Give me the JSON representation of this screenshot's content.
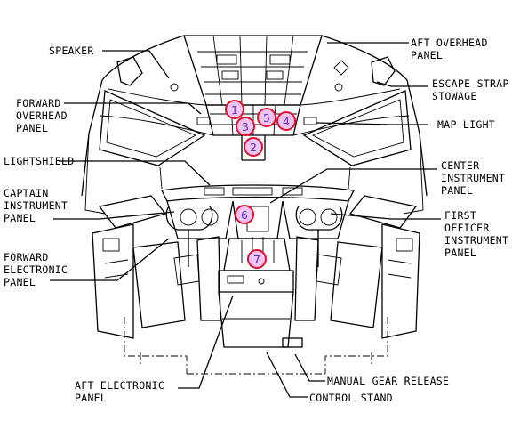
{
  "labels": {
    "speaker": "SPEAKER",
    "aft_overhead_1": "AFT OVERHEAD",
    "aft_overhead_2": "PANEL",
    "escape_strap_1": "ESCAPE STRAP",
    "escape_strap_2": "STOWAGE",
    "forward_overhead_1": "FORWARD",
    "forward_overhead_2": "OVERHEAD",
    "forward_overhead_3": "PANEL",
    "map_light": "MAP LIGHT",
    "lightshield": "LIGHTSHIELD",
    "center_instr_1": "CENTER",
    "center_instr_2": "INSTRUMENT",
    "center_instr_3": "PANEL",
    "captain_instr_1": "CAPTAIN",
    "captain_instr_2": "INSTRUMENT",
    "captain_instr_3": "PANEL",
    "first_officer_1": "FIRST",
    "first_officer_2": "OFFICER",
    "first_officer_3": "INSTRUMENT",
    "first_officer_4": "PANEL",
    "forward_electronic_1": "FORWARD",
    "forward_electronic_2": "ELECTRONIC",
    "forward_electronic_3": "PANEL",
    "manual_gear_release": "MANUAL GEAR RELEASE",
    "aft_electronic_1": "AFT ELECTRONIC",
    "aft_electronic_2": "PANEL",
    "control_stand": "CONTROL STAND"
  },
  "markers": [
    "1",
    "2",
    "3",
    "4",
    "5",
    "6",
    "7"
  ],
  "colors": {
    "marker_fill": "#f2c4f6",
    "marker_stroke": "#e0102a",
    "marker_text": "#5a31c8"
  }
}
